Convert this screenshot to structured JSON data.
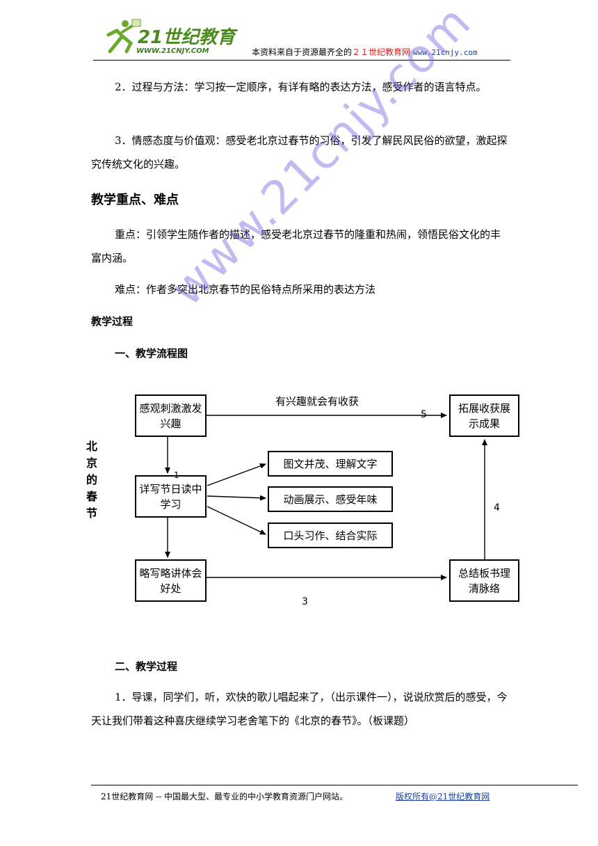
{
  "header": {
    "logo_text": "21世纪教育",
    "logo_url": "WWW.21CNJY.COM",
    "note_prefix": "本资料来自于资源最齐全的",
    "note_site": "２１世纪教育网",
    "note_url": "www.21cnjy.com"
  },
  "content": {
    "para_process": "2．过程与方法：学习按一定顺序，有详有略的表达方法，感受作者的语言特点。",
    "para_emotion": "3．情感态度与价值观：感受老北京过春节的习俗，引发了解民风民俗的欲望，激起探究传统文化的兴趣。",
    "heading_key_points": "教学重点、难点",
    "para_key": "重点：引领学生随作者的描述，感受老北京过春节的隆重和热闹，领悟民俗文化的丰富内涵。",
    "para_difficult": "难点：作者多突出北京春节的民俗特点所采用的表达方法",
    "heading_process": "教学过程",
    "sub_flowchart": "一、教学流程图",
    "sub_process": "二、教学过程",
    "para_intro": "1．导课，同学们，听，欢快的歌儿唱起来了，（出示课件一），说说欣赏后的感受，今天让我们带着这种喜庆继续学习老舍笔下的《北京的春节》。（板课题）"
  },
  "watermark": "www.21cnjy.com",
  "flowchart": {
    "side_label": "北京的春节",
    "box_stimulate": "感观刺激激发兴趣",
    "box_expand": "拓展收获展示成果",
    "box_detail": "详写节日读中学习",
    "box_picture": "图文并茂、理解文字",
    "box_animation": "动画展示、感受年味",
    "box_oral": "口头习作、结合实际",
    "box_brief": "略写略讲体会好处",
    "box_summary": "总结板书理清脉络",
    "top_label": "有兴趣就会有收获",
    "num_1": "1",
    "num_3": "3",
    "num_4": "4",
    "num_5": "5"
  },
  "footer": {
    "left": "21世纪教育网 -- 中国最大型、最专业的中小学教育资源门户网站。",
    "right": "版权所有@21世纪教育网"
  }
}
